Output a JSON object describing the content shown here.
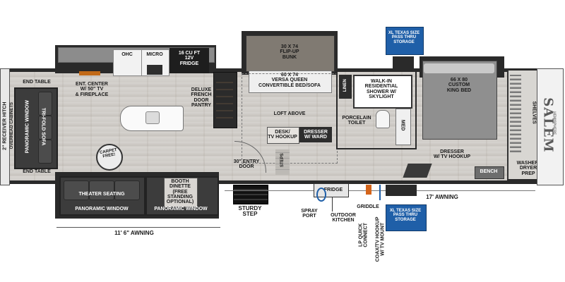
{
  "labels": {
    "receiver_hitch": "2\" RECEIVER HITCH",
    "overhead_cabinets": "OVERHEAD CABINETS",
    "end_table_top": "END TABLE",
    "end_table_bottom": "END TABLE",
    "panoramic_window_left": "PANORAMIC WINDOW",
    "tri_fold_sofa": "TRI-FOLD SOFA",
    "ent_center": "ENT. CENTER\nW/ 50\" TV\n& FIREPLACE",
    "ohc": "OHC",
    "micro": "MICRO",
    "fridge": "16 CU FT\n12V\nFRIDGE",
    "pantry": "DELUXE\nFRENCH\nDOOR\nPANTRY",
    "carpet_free": "CARPET FREE!",
    "theater_seating": "THEATER SEATING",
    "booth_dinette": "BOOTH\nDINETTE\n(FREE\nSTANDING\nOPTIONAL)",
    "panoramic_window_bottom_1": "PANORAMIC WINDOW",
    "panoramic_window_bottom_2": "PANORAMIC WINDOW",
    "awning_left": "11' 6\" AWNING",
    "flip_up_bunk": "30 X 74\nFLIP-UP\nBUNK",
    "versa_queen": "60 X 74\nVERSA QUEEN\nCONVERTIBLE BED/SOFA",
    "loft_above": "LOFT ABOVE",
    "desk": "DESK/\nTV HOOKUP",
    "dresser_ward": "DRESSER\nW/ WARD",
    "entry_door": "30\" ENTRY\nDOOR",
    "steps": "STEPS",
    "sturdy_step": "STURDY\nSTEP",
    "linen": "LINEN",
    "walk_in_shower": "WALK-IN\nRESIDENTIAL\nSHOWER W/\nSKYLIGHT",
    "porcelain_toilet": "PORCELAIN\nTOILET",
    "med": "MED",
    "xl_storage_top": "XL TEXAS SIZE\nPASS THRU\nSTORAGE",
    "king_bed": "66 X 80\nCUSTOM\nKING BED",
    "shelves": "SHELVES",
    "dresser_tv": "DRESSER\nW/ TV HOOKUP",
    "bench": "BENCH",
    "washer_dryer": "WASHER/\nDRYER\nPREP",
    "awning_right": "17' AWNING",
    "outdoor_fridge": "FRIDGE",
    "spray_port": "SPRAY\nPORT",
    "outdoor_kitchen": "OUTDOOR\nKITCHEN",
    "griddle": "GRIDDLE",
    "lp_quick_connect": "LP QUICK\nCONNECT",
    "coax_tv": "COAX/TV HOOKUP\nW/ TV MOUNT",
    "xl_storage_bottom": "XL TEXAS SIZE\nPASS THRU\nSTORAGE",
    "brand": "SALEM",
    "brand_sub": "HEMISPHERE"
  }
}
